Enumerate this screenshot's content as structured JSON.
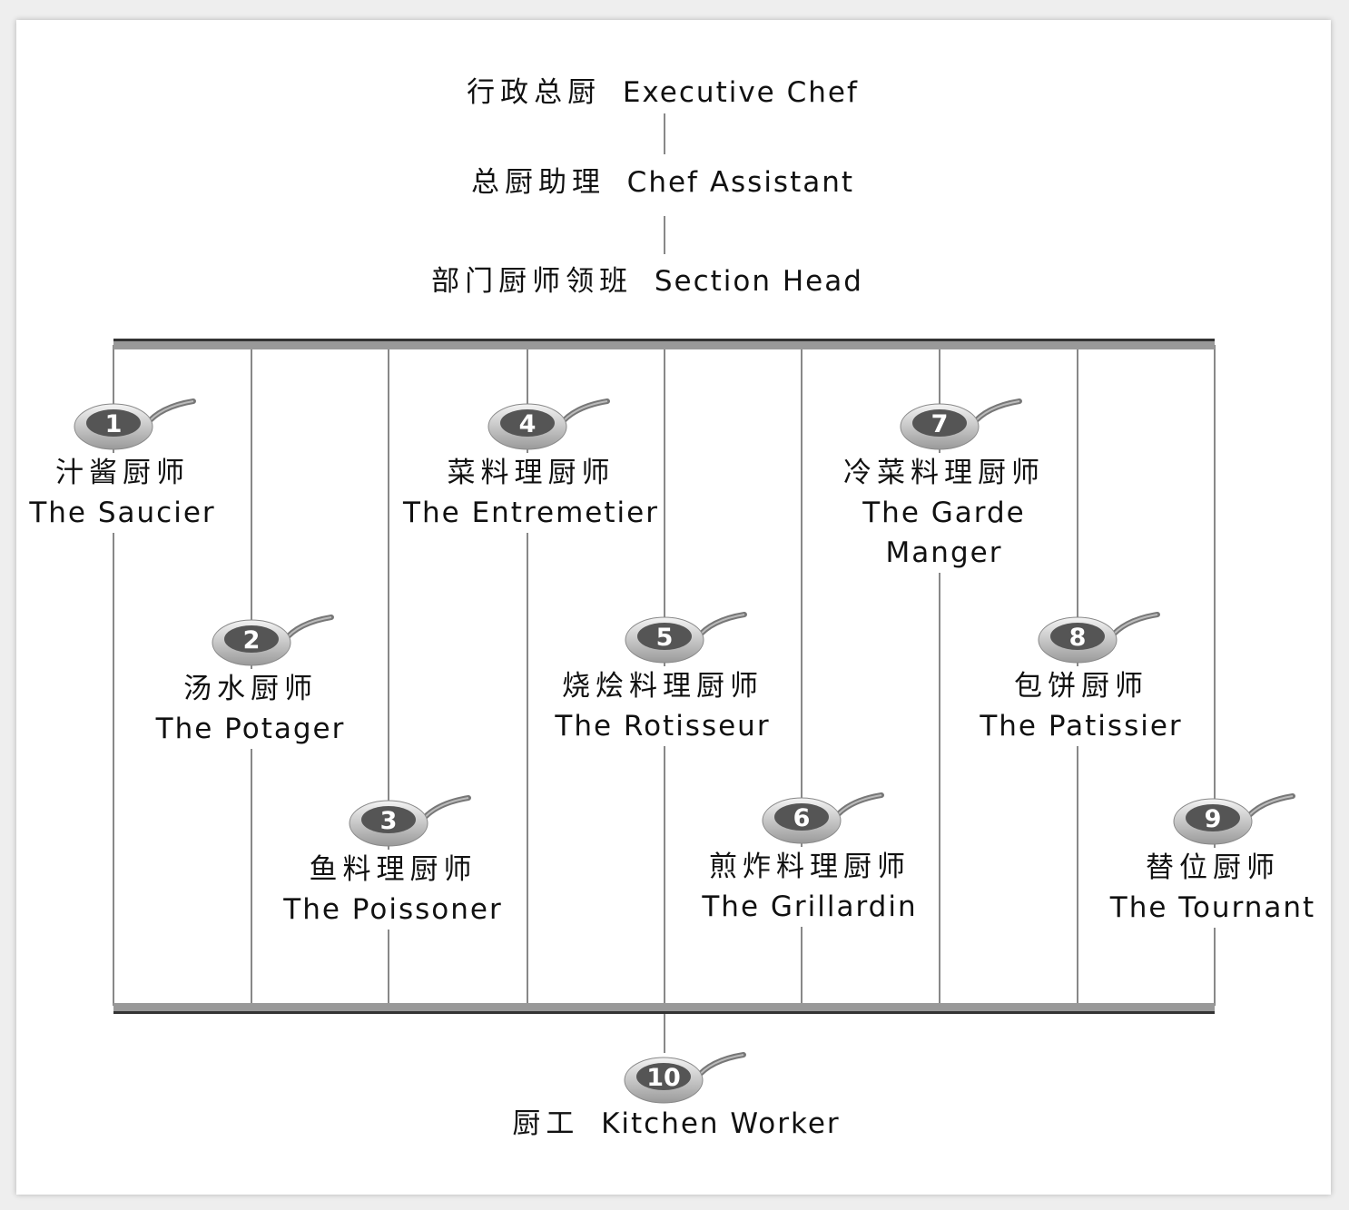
{
  "top_roles": [
    {
      "zh": "行政总厨",
      "en": "Executive Chef"
    },
    {
      "zh": "总厨助理",
      "en": "Chef Assistant"
    },
    {
      "zh": "部门厨师领班",
      "en": "Section Head"
    }
  ],
  "stations": [
    {
      "number": "1",
      "zh": "汁酱厨师",
      "en": "The Saucier"
    },
    {
      "number": "2",
      "zh": "汤水厨师",
      "en": "The Potager"
    },
    {
      "number": "3",
      "zh": "鱼料理厨师",
      "en": "The Poissoner"
    },
    {
      "number": "4",
      "zh": "菜料理厨师",
      "en": "The Entremetier"
    },
    {
      "number": "5",
      "zh": "烧烩料理厨师",
      "en": "The Rotisseur"
    },
    {
      "number": "6",
      "zh": "煎炸料理厨师",
      "en": "The Grillardin"
    },
    {
      "number": "7",
      "zh": "冷菜料理厨师",
      "en": "The Garde Manger"
    },
    {
      "number": "8",
      "zh": "包饼厨师",
      "en": "The Patissier"
    },
    {
      "number": "9",
      "zh": "替位厨师",
      "en": "The Tournant"
    }
  ],
  "bottom_role": {
    "number": "10",
    "zh": "厨工",
    "en": "Kitchen Worker"
  }
}
